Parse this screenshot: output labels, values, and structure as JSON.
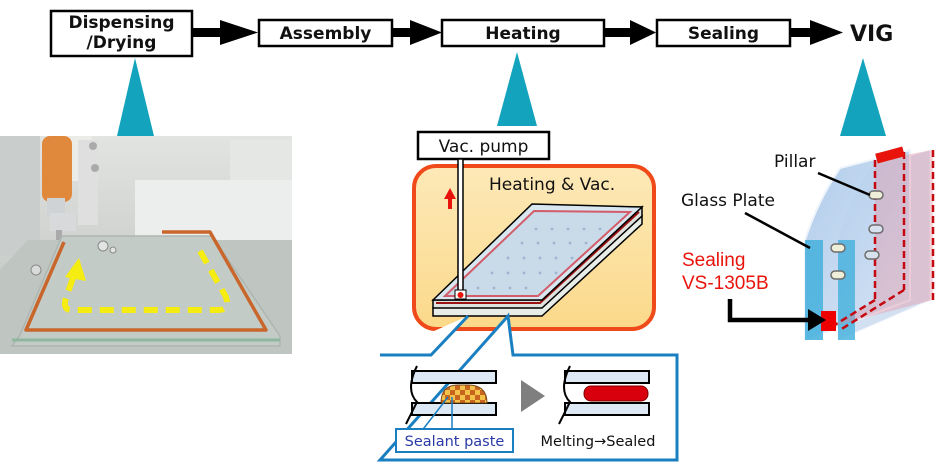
{
  "process_flow": {
    "steps": [
      {
        "label_line1": "Dispensing",
        "label_line2": "/Drying"
      },
      {
        "label": "Assembly"
      },
      {
        "label": "Heating"
      },
      {
        "label": "Sealing"
      }
    ],
    "final_product": "VIG"
  },
  "colors": {
    "pointer_triangle": "#13a3bd",
    "sealant_red": "#e8140c",
    "chamber_border": "#f04a1a",
    "chamber_fill": "#fde6b0",
    "detail_frame": "#1a7fc1",
    "glass_fill": "#dce8f4",
    "dispense_path": "#f5ec12"
  },
  "dispensing_photo": {
    "description": "Dispensing robot applying sealant bead along glass plate edge",
    "path_arrow": "yellow dashed dispensing path"
  },
  "heating_diagram": {
    "pump_label": "Vac. pump",
    "chamber_label": "Heating & Vac.",
    "airflow_arrow": "up-arrow-icon"
  },
  "detail_inset": {
    "before_label": "Sealant paste",
    "after_label": "Melting→Sealed",
    "transition_icon": "play-triangle-icon"
  },
  "vig_diagram": {
    "pillar_label": "Pillar",
    "glass_label": "Glass Plate",
    "sealing_label_line1": "Sealing",
    "sealing_label_line2": "VS-1305B"
  }
}
